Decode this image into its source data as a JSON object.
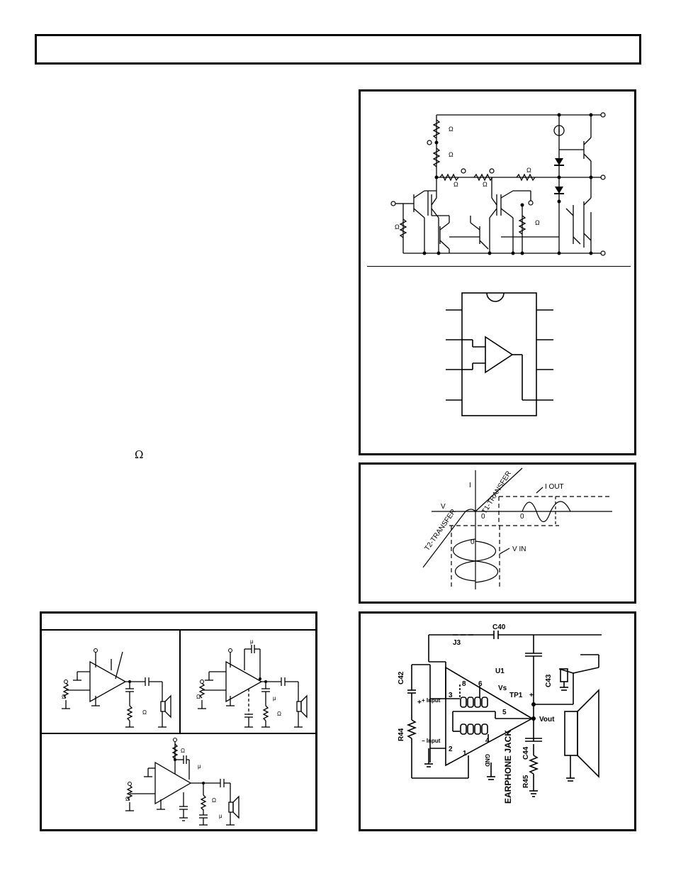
{
  "page": {
    "header_title": "",
    "text_symbols": {
      "ohm": "Ω"
    }
  },
  "schematic": {
    "resistor_labels": [
      "Ω",
      "Ω",
      "Ω",
      "Ω",
      "Ω",
      "Ω",
      "Ω"
    ]
  },
  "transfer_graph": {
    "axis_i": "I",
    "label_v": "V",
    "t1": "T1-TRANSFER",
    "t2": "T2-TRANSFER",
    "i_out": "I OUT",
    "v_in": "V IN",
    "zero": "0"
  },
  "amp_circuits": {
    "ohm": "Ω",
    "micro": "μ"
  },
  "audio_circuit": {
    "c40": "C40",
    "j3": "J3",
    "u1": "U1",
    "c42": "C42",
    "c43": "C43",
    "c44": "C44",
    "r44": "R44",
    "r45": "R45",
    "tp1": "TP1",
    "vs": "Vs",
    "vout": "Vout",
    "plus_input": "+ Input",
    "minus_input": "− Input",
    "gnd": "GND",
    "earphone_jack": "EARPHONE JACK",
    "pins": [
      "1",
      "2",
      "3",
      "4",
      "5",
      "6",
      "8"
    ],
    "plus": "+"
  }
}
